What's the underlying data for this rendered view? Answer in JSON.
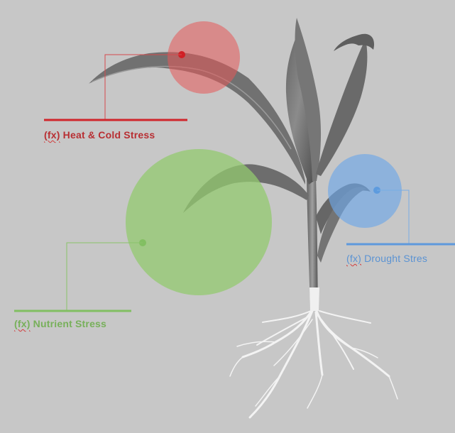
{
  "colors": {
    "background": "#c7c7c7",
    "heat": "#d9484b",
    "heat_text": "#b82f33",
    "nutrient": "#8fc26f",
    "nutrient_text": "#77b05a",
    "drought": "#6ea5e6",
    "drought_text": "#5b93d3"
  },
  "labels": {
    "heat": {
      "prefix": "(fx)",
      "text": " Heat & Cold Stress"
    },
    "nutrient": {
      "prefix": "(fx)",
      "text": " Nutrient Stress"
    },
    "drought": {
      "prefix": "(fx)",
      "text": " Drought Stres"
    }
  }
}
